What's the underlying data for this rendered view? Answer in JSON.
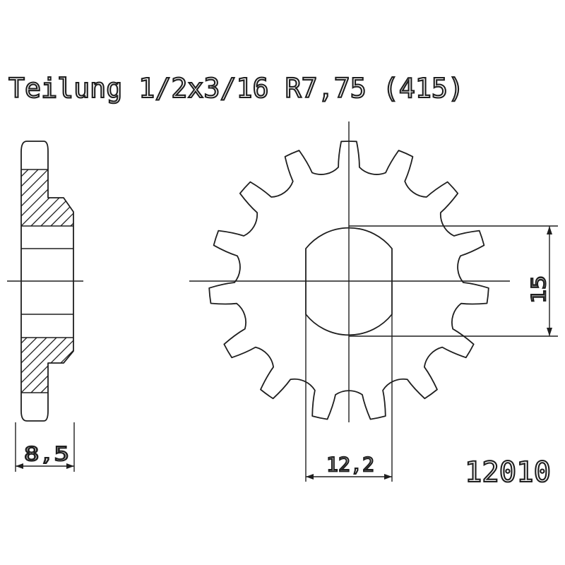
{
  "title": "Teilung 1/2x3/16 R7,75 (415)",
  "dims": {
    "thickness": "8,5",
    "bore_width": "12,2",
    "bore_flat": "15"
  },
  "part_number": "12010",
  "sprocket": {
    "teeth": 15
  }
}
